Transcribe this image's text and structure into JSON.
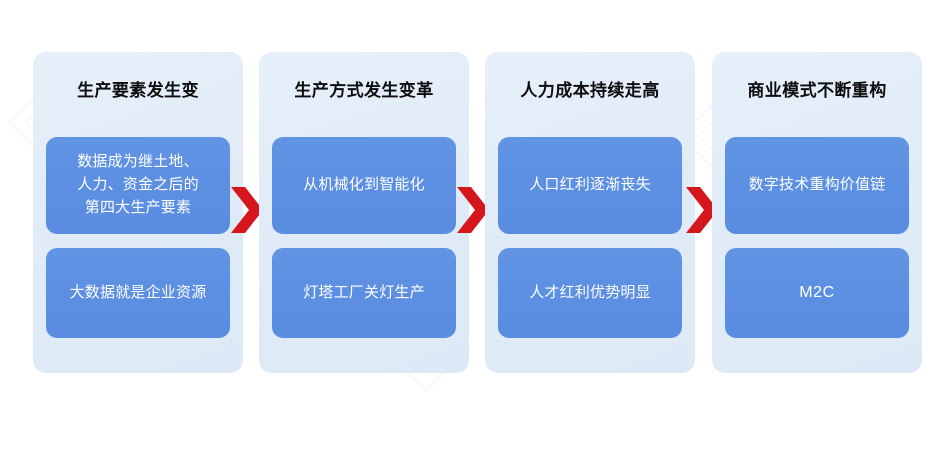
{
  "diagram": {
    "type": "process-flow",
    "orientation": "horizontal",
    "stage_count": 4,
    "connector_icon": "chevron-right-icon",
    "colors": {
      "panel_background": "#e3edf8",
      "card_background": "#5c8fe2",
      "card_text": "#ffffff",
      "title_text": "#0d0d0d",
      "connector": "#d6161d",
      "canvas": "#ffffff"
    },
    "stages": [
      {
        "id": "stage-1",
        "title": "生产要素发生变",
        "items": [
          {
            "id": "stage-1-item-1",
            "text": "数据成为继土地、\n人力、资金之后的\n第四大生产要素",
            "script": "han"
          },
          {
            "id": "stage-1-item-2",
            "text": "大数据就是企业资源",
            "script": "han"
          }
        ]
      },
      {
        "id": "stage-2",
        "title": "生产方式发生变革",
        "items": [
          {
            "id": "stage-2-item-1",
            "text": "从机械化到智能化",
            "script": "han"
          },
          {
            "id": "stage-2-item-2",
            "text": "灯塔工厂关灯生产",
            "script": "han"
          }
        ]
      },
      {
        "id": "stage-3",
        "title": "人力成本持续走高",
        "items": [
          {
            "id": "stage-3-item-1",
            "text": "人口红利逐渐丧失",
            "script": "han"
          },
          {
            "id": "stage-3-item-2",
            "text": "人才红利优势明显",
            "script": "han"
          }
        ]
      },
      {
        "id": "stage-4",
        "title": "商业模式不断重构",
        "items": [
          {
            "id": "stage-4-item-1",
            "text": "数字技术重构价值链",
            "script": "han"
          },
          {
            "id": "stage-4-item-2",
            "text": "M2C",
            "script": "latin"
          }
        ]
      }
    ],
    "connectors": [
      {
        "id": "connector-1-2",
        "icon": "chevron-right-icon"
      },
      {
        "id": "connector-2-3",
        "icon": "chevron-right-icon"
      },
      {
        "id": "connector-3-4",
        "icon": "chevron-right-icon"
      }
    ]
  }
}
